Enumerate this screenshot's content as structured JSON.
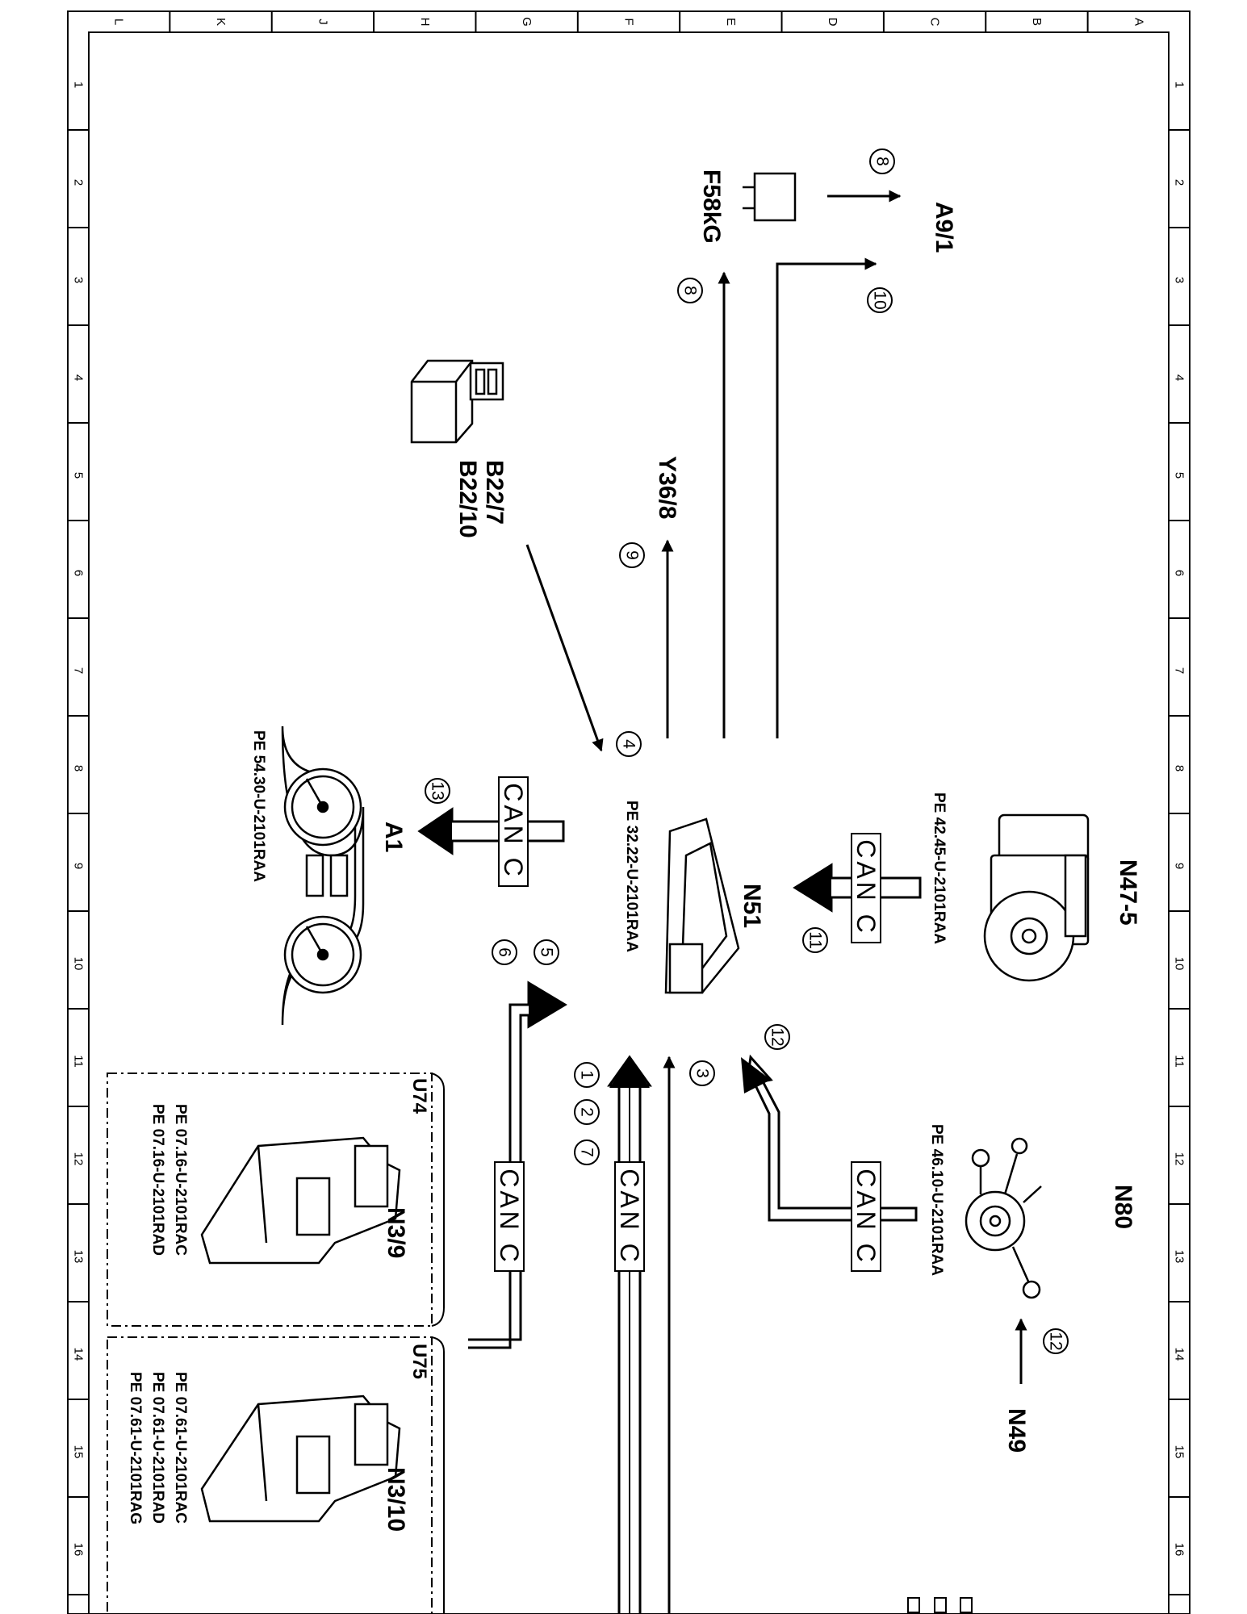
{
  "grid": {
    "letters": [
      "L",
      "K",
      "J",
      "H",
      "G",
      "F",
      "E",
      "D",
      "C",
      "B",
      "A"
    ],
    "numbers": [
      "1",
      "2",
      "3",
      "4",
      "5",
      "6",
      "7",
      "8",
      "9",
      "10",
      "11",
      "12",
      "13",
      "14",
      "15",
      "16"
    ]
  },
  "components": {
    "a9_1": "A9/1",
    "f58kg": "F58kG",
    "y36_8": "Y36/8",
    "b22_7": "B22/7",
    "b22_10": "B22/10",
    "n47_5": "N47-5",
    "n51": "N51",
    "a1": "A1",
    "n80": "N80",
    "n49": "N49",
    "n3_9": "N3/9",
    "n3_10": "N3/10",
    "u74": "U74",
    "u75": "U75"
  },
  "pe_refs": {
    "n47_5": "PE  42.45-U-2101RAA",
    "n51": "PE  32.22-U-2101RAA",
    "a1": "PE  54.30-U-2101RAA",
    "n80": "PE  46.10-U-2101RAA",
    "n3_9_a": "PE  07.16-U-2101RAC",
    "n3_9_b": "PE  07.16-U-2101RAD",
    "n3_10_a": "PE  07.61-U-2101RAC",
    "n3_10_b": "PE  07.61-U-2101RAD",
    "n3_10_c": "PE  07.61-U-2101RAG"
  },
  "bus_label": "CAN C",
  "signals": {
    "s1": "1",
    "s2": "2",
    "s3": "3",
    "s4": "4",
    "s5": "5",
    "s6": "6",
    "s7": "7",
    "s8a": "8",
    "s8b": "8",
    "s9": "9",
    "s10": "10",
    "s11": "11",
    "s12a": "12",
    "s12b": "12",
    "s13": "13"
  }
}
